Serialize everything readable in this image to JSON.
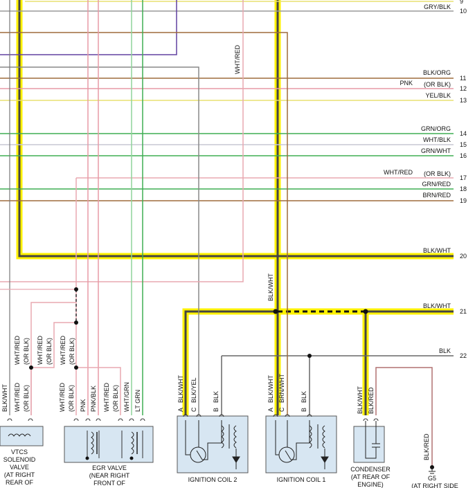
{
  "colors": {
    "GRY": "#9a9a9a",
    "BLK": "#555555",
    "PNK": "#e79aa6",
    "YEL": "#e8e070",
    "GRN": "#3fae52",
    "LTGRN": "#8fd49a",
    "WHT": "#c7c7d4",
    "BRN": "#9e6b3c",
    "WHTRED": "#e8a8b0",
    "PURPLE": "#6040a0",
    "HIGHLIGHT": "#fff200"
  },
  "wires": [
    {
      "num": "9",
      "label": ""
    },
    {
      "num": "10",
      "label": "GRY/BLK"
    },
    {
      "num": "11",
      "label": "BLK/ORG"
    },
    {
      "num": "12",
      "label": "PNK",
      "alt": "(OR BLK)"
    },
    {
      "num": "13",
      "label": "YEL/BLK"
    },
    {
      "num": "14",
      "label": "GRN/ORG"
    },
    {
      "num": "15",
      "label": "WHT/BLK"
    },
    {
      "num": "16",
      "label": "GRN/WHT"
    },
    {
      "num": "17",
      "label": "WHT/RED",
      "alt": "(OR BLK)"
    },
    {
      "num": "18",
      "label": "GRN/RED"
    },
    {
      "num": "19",
      "label": "BRN/RED"
    },
    {
      "num": "20",
      "label": "BLK/WHT"
    },
    {
      "num": "21",
      "label": "BLK/WHT"
    },
    {
      "num": "22",
      "label": "BLK"
    }
  ],
  "vertical_labels": {
    "whtred_top": "WHT/RED",
    "blkwht_mid": "BLK/WHT",
    "vtcs_a": "WHT/RED",
    "vtcs_a_alt": "(OR BLK)",
    "vtcs_b": "WHT/RED",
    "vtcs_b_alt": "(OR BLK)",
    "vtcs_c": "BLK/WHT",
    "vtcs_d": "WHT/RED",
    "vtcs_d_alt": "(OR BLK)",
    "egr_1": "WHT/RED",
    "egr_1_alt": "(OR BLK)",
    "egr_2": "PNK",
    "egr_3": "PNK/BLK",
    "egr_4": "WHT/RED",
    "egr_4_alt": "(OR BLK)",
    "egr_5": "WHT/GRN",
    "egr_6": "LT GRN",
    "coil2_a": "BLK/WHT",
    "coil2_c": "BLK/YEL",
    "coil2_b": "BLK",
    "coil1_a": "BLK/WHT",
    "coil1_c": "BRN/WHT",
    "coil1_b": "BLK",
    "cond_1": "BLK/WHT",
    "cond_2": "BLK/RED",
    "g5_wire": "BLK/RED"
  },
  "pins": {
    "a": "A",
    "c": "C",
    "b": "B"
  },
  "components": {
    "vtcs": [
      "VTCS",
      "SOLENOID",
      "VALVE",
      "(AT RIGHT",
      "REAR OF"
    ],
    "egr": [
      "EGR VALVE",
      "(NEAR RIGHT",
      "FRONT OF"
    ],
    "coil2": [
      "IGNITION COIL 2"
    ],
    "coil1": [
      "IGNITION COIL 1"
    ],
    "condenser": [
      "CONDENSER",
      "(AT REAR OF",
      "ENGINE)"
    ],
    "g5": [
      "G5",
      "(AT RIGHT SIDE"
    ]
  }
}
